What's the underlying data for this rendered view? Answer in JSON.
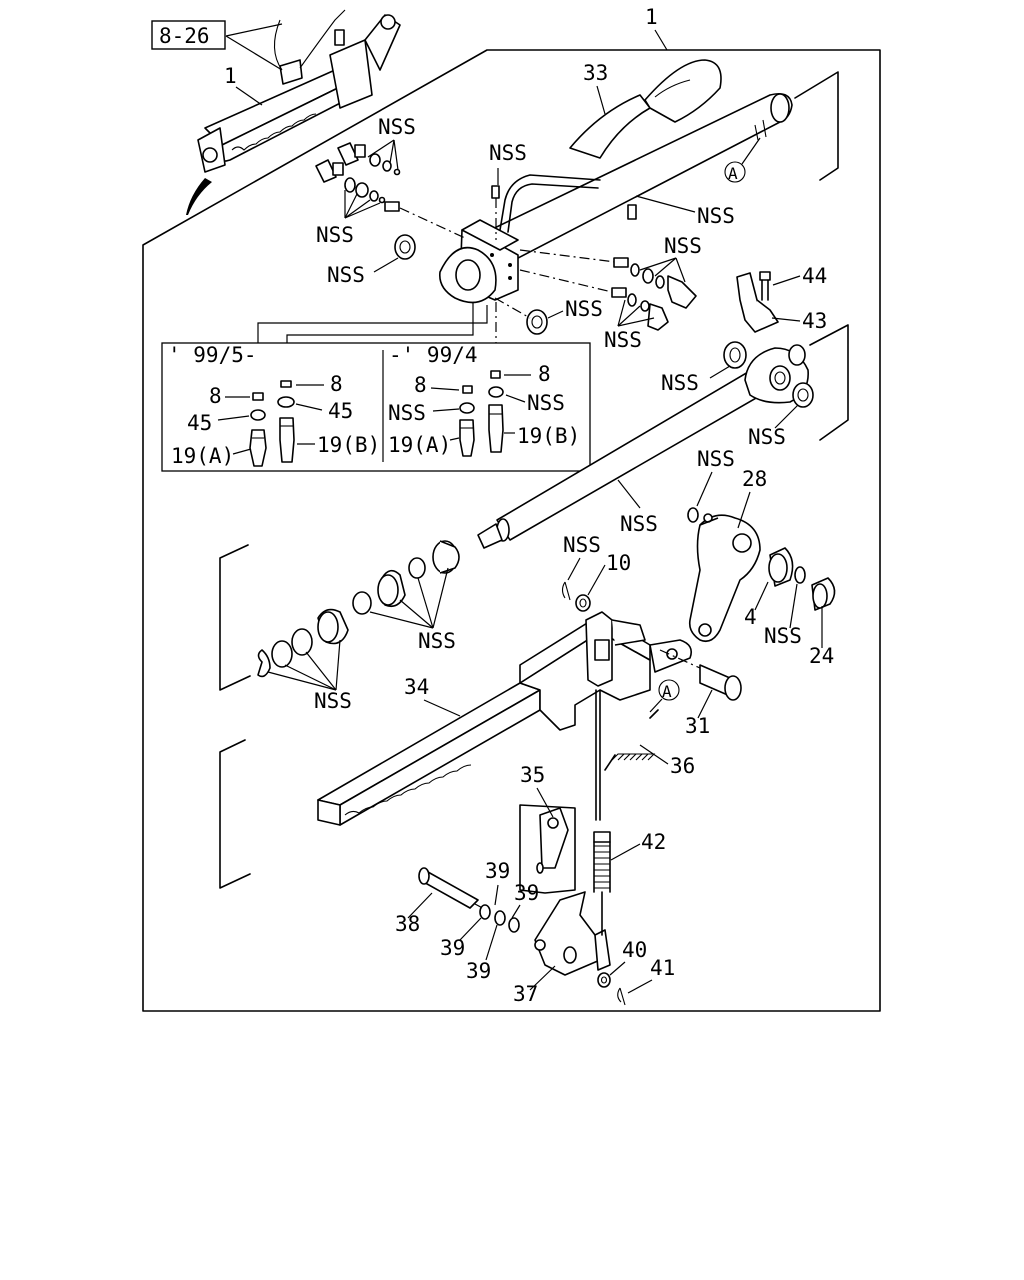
{
  "diagram": {
    "ref_box": "8-26",
    "callouts": {
      "assembly_top": "1",
      "assembly_inset": "1",
      "p33": "33",
      "p44": "44",
      "p43": "43",
      "p28": "28",
      "p10": "10",
      "p4": "4",
      "p24": "24",
      "p31": "31",
      "p34": "34",
      "p35": "35",
      "p36": "36",
      "p42": "42",
      "p38": "38",
      "p39a": "39",
      "p39b": "39",
      "p39c": "39",
      "p39d": "39",
      "p37": "37",
      "p40": "40",
      "p41": "41"
    },
    "nss": "NSS",
    "marker_a": "A",
    "variant_box": {
      "left_title": "' 99/5-",
      "right_title": "-' 99/4",
      "left": {
        "l8a": "8",
        "l8b": "8",
        "l45a": "45",
        "l45b": "45",
        "l19a": "19(A)",
        "l19b": "19(B)"
      },
      "right": {
        "r8a": "8",
        "r8b": "8",
        "r19a": "19(A)",
        "r19b": "19(B)"
      }
    }
  }
}
